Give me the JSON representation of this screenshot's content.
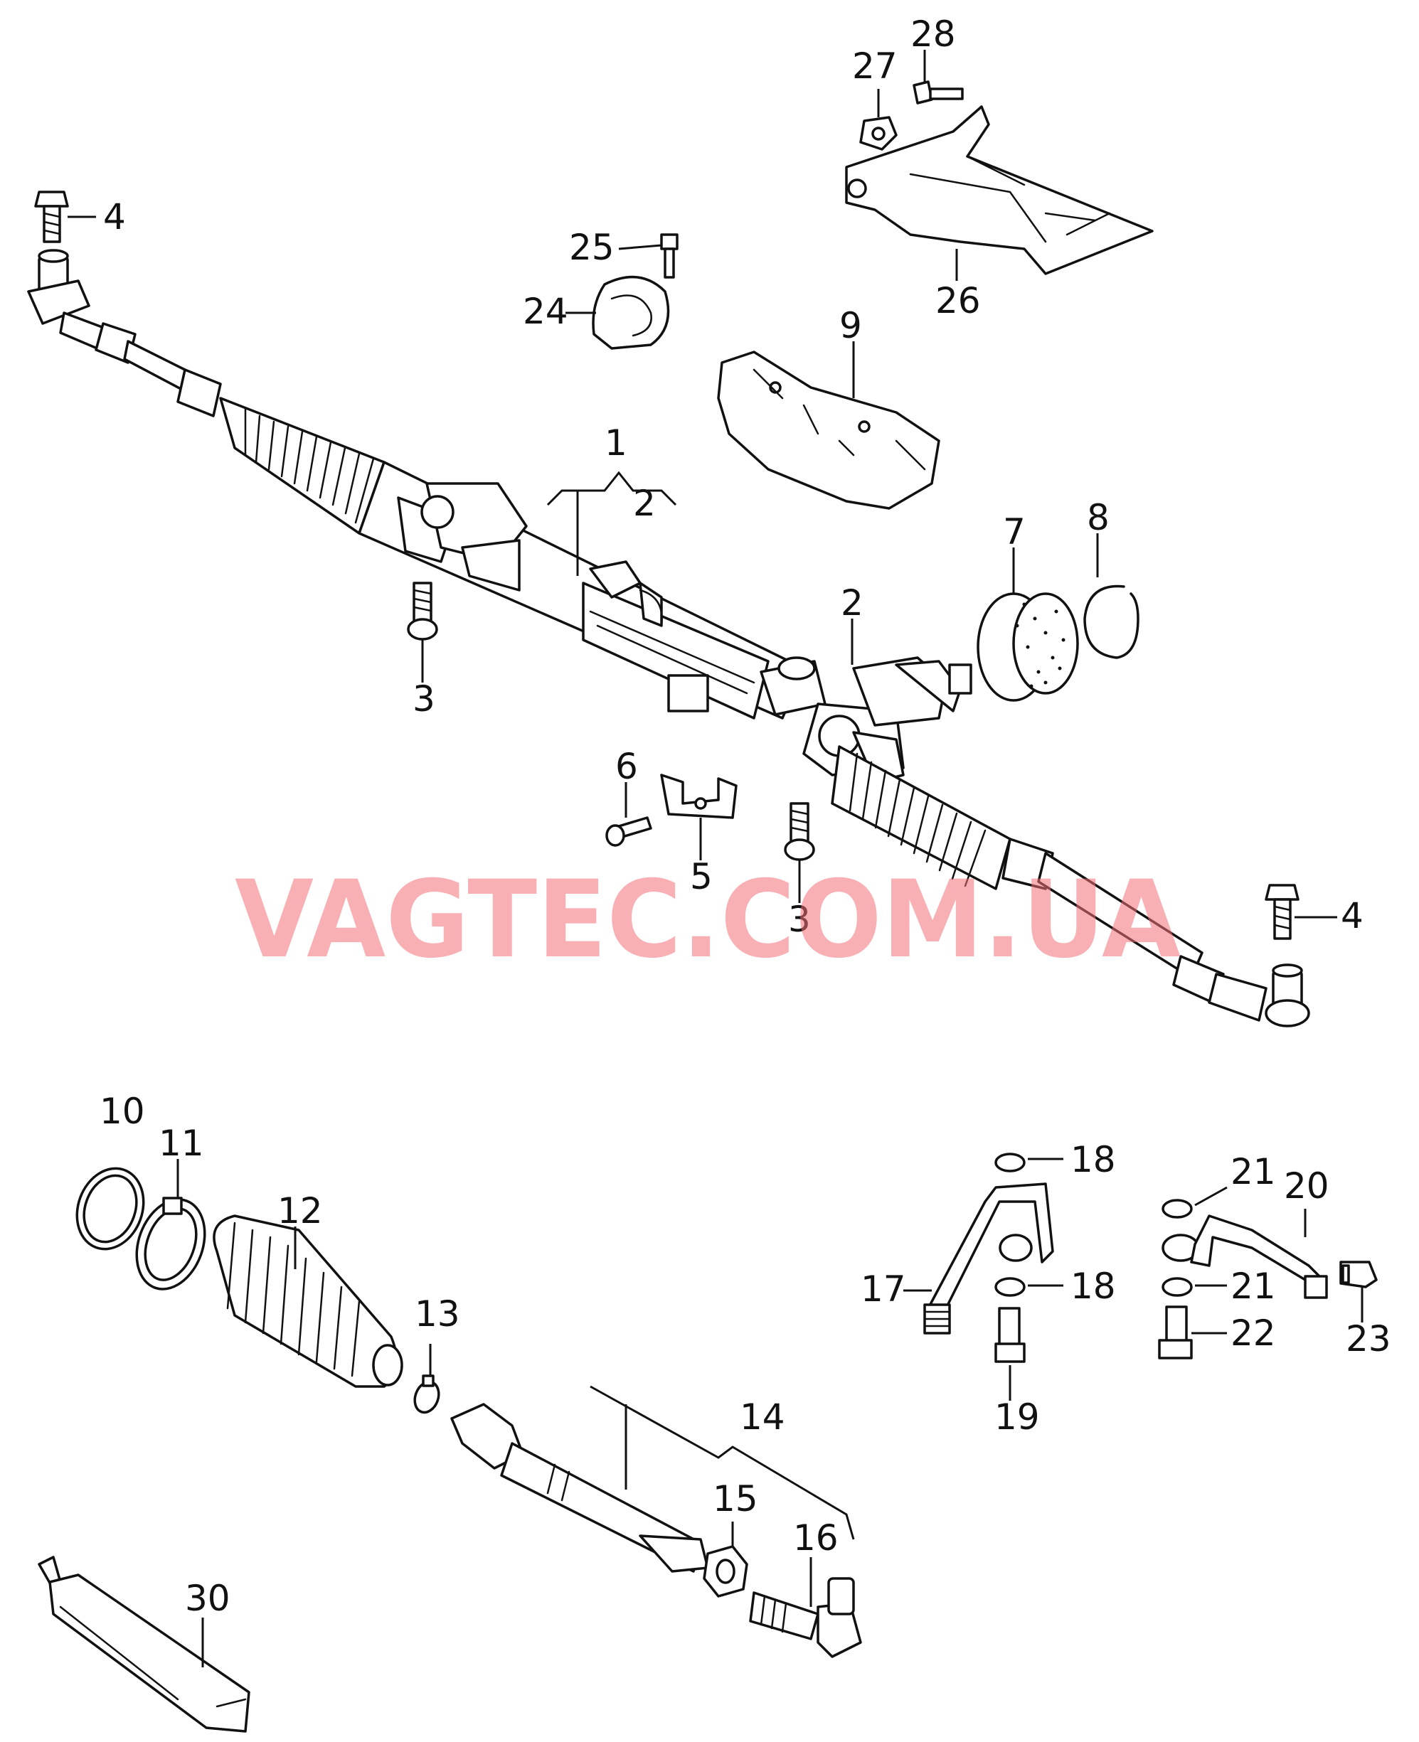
{
  "callouts": {
    "c1": "1",
    "c2a": "2",
    "c2b": "2",
    "c3a": "3",
    "c3b": "3",
    "c4a": "4",
    "c4b": "4",
    "c5": "5",
    "c6": "6",
    "c7": "7",
    "c8": "8",
    "c9": "9",
    "c10": "10",
    "c11": "11",
    "c12": "12",
    "c13": "13",
    "c14": "14",
    "c15": "15",
    "c16": "16",
    "c17": "17",
    "c18a": "18",
    "c18b": "18",
    "c19": "19",
    "c20": "20",
    "c21a": "21",
    "c21b": "21",
    "c22": "22",
    "c23": "23",
    "c24": "24",
    "c25": "25",
    "c26": "26",
    "c27": "27",
    "c28": "28",
    "c30": "30"
  },
  "watermark": "VAGTEC.COM.UA",
  "colors": {
    "line": "#111111",
    "watermark": "#f4707a",
    "background": "#ffffff"
  }
}
